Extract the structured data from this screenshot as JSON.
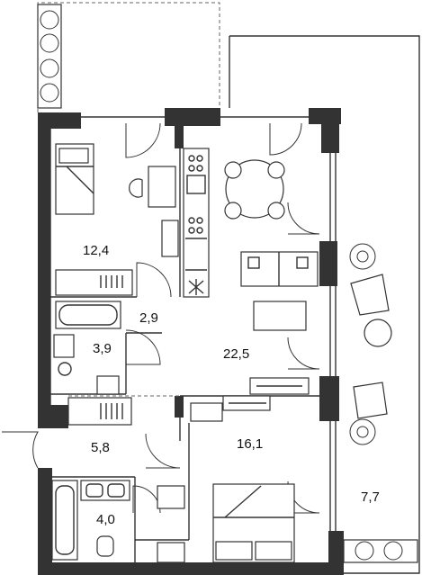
{
  "rooms": [
    {
      "id": "bedroom-left",
      "area": "12,4"
    },
    {
      "id": "hall-small",
      "area": "2,9"
    },
    {
      "id": "bathroom-upper",
      "area": "3,9"
    },
    {
      "id": "living-room",
      "area": "22,5"
    },
    {
      "id": "entrance-hall",
      "area": "5,8"
    },
    {
      "id": "bedroom-right",
      "area": "16,1"
    },
    {
      "id": "bathroom-lower",
      "area": "4,0"
    },
    {
      "id": "terrace",
      "area": "7,7"
    }
  ],
  "colors": {
    "wall": "#333333",
    "line": "#333333",
    "background": "#ffffff"
  }
}
